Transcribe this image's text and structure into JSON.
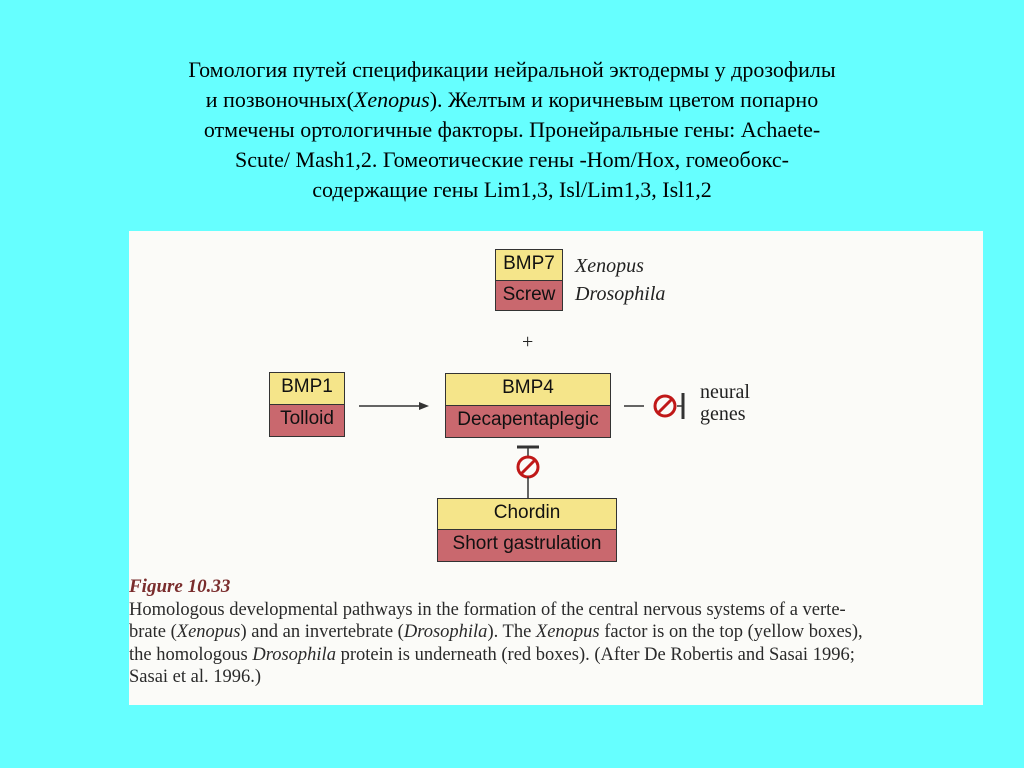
{
  "title": {
    "line1": "Гомология путей спецификации нейральной эктодермы у дрозофилы",
    "line2_pre": "и позвоночных(",
    "line2_em": "Xenopus",
    "line2_post": "). Желтым и коричневым цветом попарно",
    "line3": "отмечены ортологичные факторы. Пронейральные гены:  Achaete-",
    "line4": "Scute/ Mash1,2.  Гомеотические гены -Hom/Hox, гомеобокс-",
    "line5": "содержащие гены  Lim1,3, Isl/Lim1,3, Isl1,2"
  },
  "diagram": {
    "bmp7": "BMP7",
    "screw": "Screw",
    "xenopus": "Xenopus",
    "drosophila": "Drosophila",
    "plus": "+",
    "bmp1": "BMP1",
    "tolloid": "Tolloid",
    "bmp4": "BMP4",
    "dpp": "Decapentaplegic",
    "neural1": "neural",
    "neural2": "genes",
    "chordin": "Chordin",
    "sog": "Short gastrulation"
  },
  "caption": {
    "label": "Figure 10.33",
    "l1": "Homologous developmental pathways in the formation of the central nervous systems of a verte-",
    "l2a": "brate (",
    "l2b": "Xenopus",
    "l2c": ") and an invertebrate (",
    "l2d": "Drosophila",
    "l2e": "). The ",
    "l2f": "Xenopus",
    "l2g": " factor is on the top (yellow boxes),",
    "l3a": "the homologous ",
    "l3b": "Drosophila",
    "l3c": " protein is underneath (red boxes). (After De Robertis and Sasai 1996;",
    "l4": "Sasai et al. 1996.)"
  },
  "colors": {
    "background": "#66ffff",
    "xenopus_box": "#f5e58a",
    "drosophila_box": "#c9686e",
    "inhibit_symbol": "#c01818"
  }
}
